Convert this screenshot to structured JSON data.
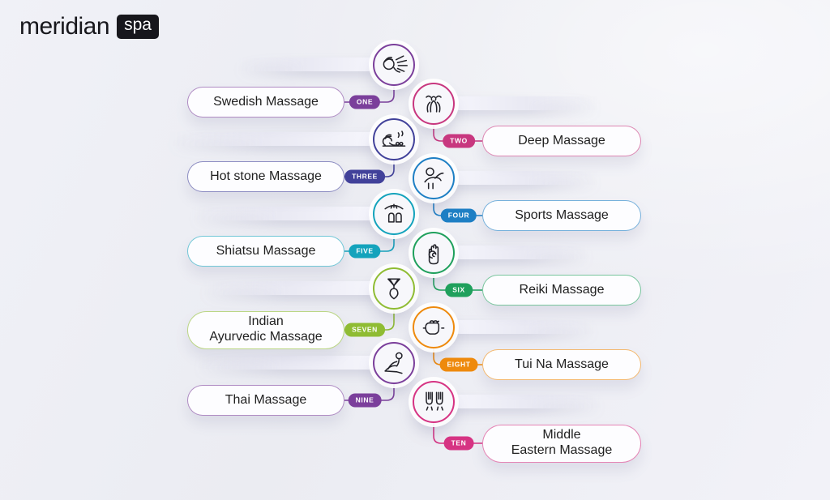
{
  "brand": {
    "name": "meridian",
    "tag": "spa"
  },
  "items": [
    {
      "label": "Swedish Massage",
      "number": "ONE",
      "side": "left",
      "color": "#7B3F9B",
      "icon": "head-massage-icon"
    },
    {
      "label": "Deep Massage",
      "number": "TWO",
      "side": "right",
      "color": "#C8377F",
      "icon": "face-massage-icon"
    },
    {
      "label": "Hot stone Massage",
      "number": "THREE",
      "side": "left",
      "color": "#41419A",
      "icon": "hot-stone-icon"
    },
    {
      "label": "Sports Massage",
      "number": "FOUR",
      "side": "right",
      "color": "#1E7FC4",
      "icon": "shoulder-massage-icon"
    },
    {
      "label": "Shiatsu Massage",
      "number": "FIVE",
      "side": "left",
      "color": "#14A3BC",
      "icon": "back-pressure-icon"
    },
    {
      "label": "Reiki Massage",
      "number": "SIX",
      "side": "right",
      "color": "#1FA05C",
      "icon": "healing-palm-icon"
    },
    {
      "label": "Indian\nAyurvedic Massage",
      "number": "SEVEN",
      "side": "left",
      "color": "#8FBC33",
      "icon": "shirodhara-pot-icon"
    },
    {
      "label": "Tui Na Massage",
      "number": "EIGHT",
      "side": "right",
      "color": "#EE8A0D",
      "icon": "kneading-fist-icon"
    },
    {
      "label": "Thai Massage",
      "number": "NINE",
      "side": "left",
      "color": "#7B3F9B",
      "icon": "thai-stretch-icon"
    },
    {
      "label": "Middle\nEastern Massage",
      "number": "TEN",
      "side": "right",
      "color": "#D63383",
      "icon": "oil-hands-icon"
    }
  ]
}
